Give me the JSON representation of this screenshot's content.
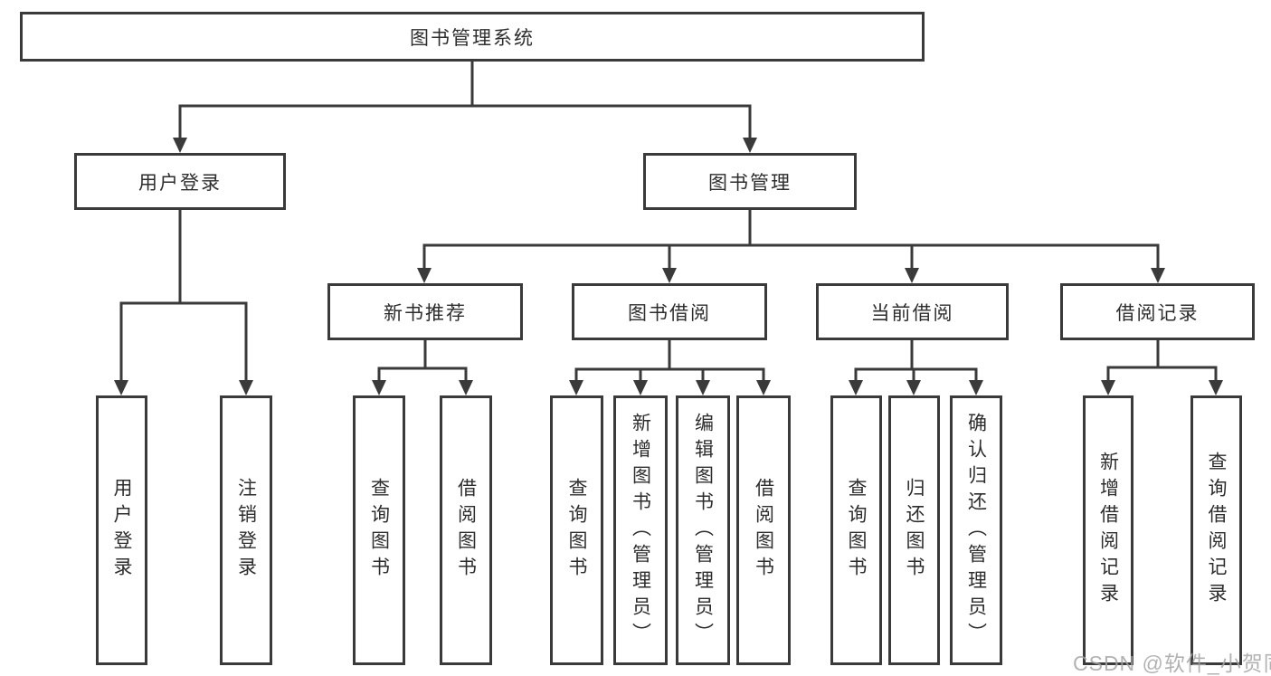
{
  "diagram": {
    "title": "图书管理系统",
    "nodes": {
      "root": "图书管理系统",
      "level2": [
        "用户登录",
        "图书管理"
      ],
      "level3": [
        "新书推荐",
        "图书借阅",
        "当前借阅",
        "借阅记录"
      ],
      "leaves": [
        "用户登录",
        "注销登录",
        "查询图书",
        "借阅图书",
        "查询图书",
        "新增图书（管理员）",
        "编辑图书（管理员）",
        "借阅图书",
        "查询图书",
        "归还图书",
        "确认归还（管理员）",
        "新增借阅记录",
        "查询借阅记录"
      ]
    },
    "watermark": "CSDN @软件_小贺同学",
    "colors": {
      "line": "#3a3a3a",
      "text": "#2d2d2d",
      "watermark": "#a4a4a4",
      "background": "#ffffff"
    }
  }
}
